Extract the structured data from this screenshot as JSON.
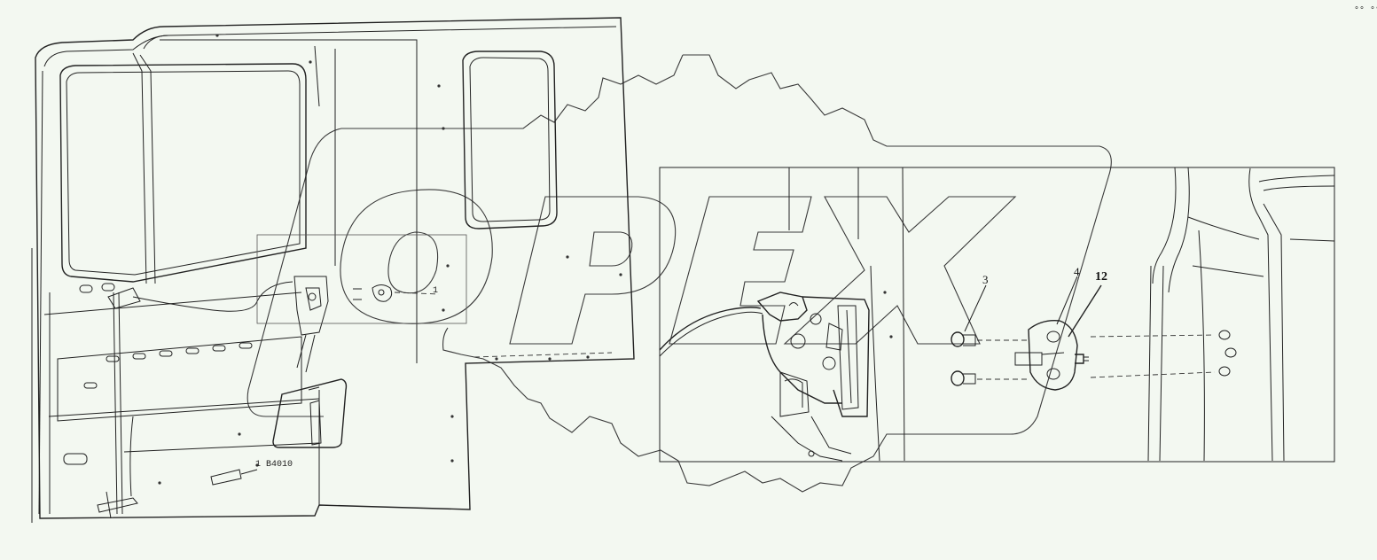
{
  "diagram": {
    "callouts": [
      {
        "id": "c3",
        "text": "3"
      },
      {
        "id": "c4",
        "text": "4"
      },
      {
        "id": "c12",
        "text": "12"
      },
      {
        "id": "c1",
        "text": "1"
      }
    ],
    "part_code": "1 B4010",
    "corner_mark": "°° °°°",
    "watermark": "OPEX"
  }
}
